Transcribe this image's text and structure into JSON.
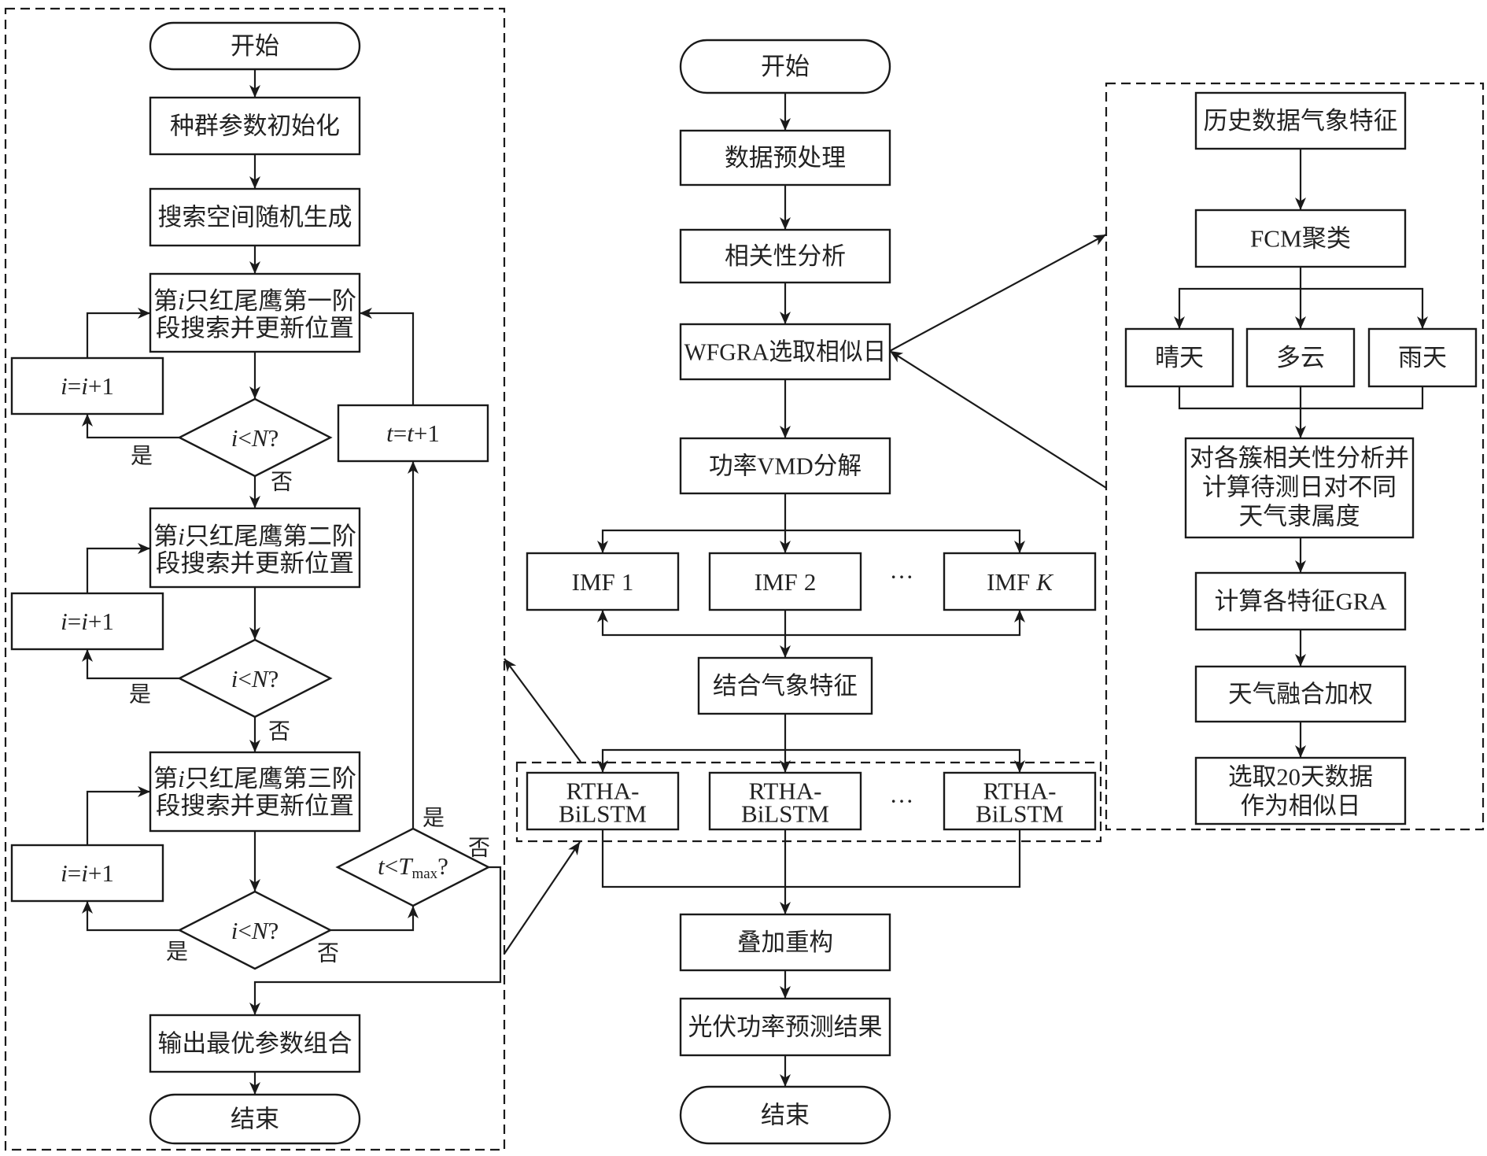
{
  "left_flow": {
    "start": "开始",
    "init": "种群参数初始化",
    "search_space": "搜索空间随机生成",
    "stages": [
      {
        "prefix": "第",
        "var": "i",
        "line1_rest": "只红尾鹰第一阶",
        "line2": "段搜索并更新位置"
      },
      {
        "prefix": "第",
        "var": "i",
        "line1_rest": "只红尾鹰第二阶",
        "line2": "段搜索并更新位置"
      },
      {
        "prefix": "第",
        "var": "i",
        "line1_rest": "只红尾鹰第三阶",
        "line2": "段搜索并更新位置"
      }
    ],
    "increment_i": {
      "var": "i",
      "eq": "=",
      "var2": "i",
      "plus": "+1"
    },
    "check_i": {
      "var": "i",
      "op": "<",
      "bound": "N",
      "q": "?"
    },
    "increment_t": {
      "var": "t",
      "eq": "=",
      "var2": "t",
      "plus": "+1"
    },
    "check_t": {
      "var": "t",
      "op": "<",
      "bound": "T",
      "sub": "max",
      "q": "?"
    },
    "yes": "是",
    "no": "否",
    "output": "输出最优参数组合",
    "end": "结束"
  },
  "main_flow": {
    "start": "开始",
    "preprocess": "数据预处理",
    "correlation": "相关性分析",
    "wfgra": "WFGRA选取相似日",
    "vmd": "功率VMD分解",
    "imfs": [
      {
        "name": "IMF",
        "index": "1"
      },
      {
        "name": "IMF",
        "index": "2"
      },
      {
        "name": "IMF",
        "index": "K"
      }
    ],
    "ellipsis": "···",
    "meteo": "结合气象特征",
    "models": [
      {
        "line1": "RTHA-",
        "line2": "BiLSTM"
      },
      {
        "line1": "RTHA-",
        "line2": "BiLSTM"
      },
      {
        "line1": "RTHA-",
        "line2": "BiLSTM"
      }
    ],
    "reconstruct": "叠加重构",
    "result": "光伏功率预测结果",
    "end": "结束"
  },
  "similar_day_flow": {
    "history": "历史数据气象特征",
    "fcm": "FCM聚类",
    "clusters": [
      "晴天",
      "多云",
      "雨天"
    ],
    "membership": [
      "对各簇相关性分析并",
      "计算待测日对不同",
      "天气隶属度"
    ],
    "gra": "计算各特征GRA",
    "fusion": "天气融合加权",
    "select": [
      "选取20天数据",
      "作为相似日"
    ]
  },
  "colors": {
    "line": "#1a1a1a",
    "text": "#222222",
    "background": "#ffffff"
  }
}
